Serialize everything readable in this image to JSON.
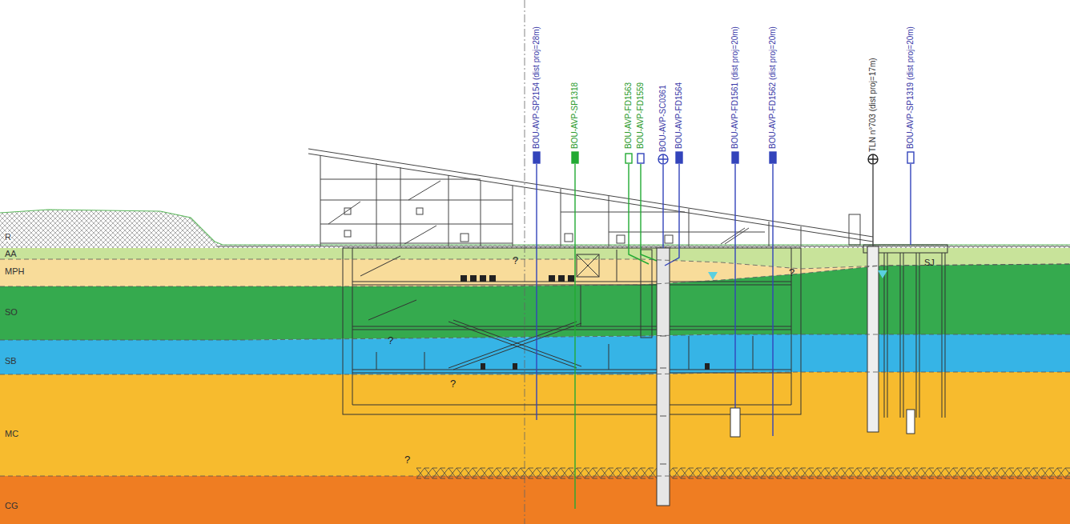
{
  "diagram": {
    "nodes": [
      {
        "text": [
          "R"
        ]
      },
      {
        "text": [
          "AA"
        ]
      },
      {
        "text": [
          "MPH"
        ]
      },
      {
        "text": [
          "SO"
        ]
      },
      {
        "text": [
          "SB"
        ]
      },
      {
        "text": [
          "MC"
        ]
      },
      {
        "text": [
          "CG"
        ]
      }
    ],
    "labels": [
      "BOU-AVP-SP2154 (dist proj=28m)",
      "BOU-AVP-SP1318",
      "BOU-AVP-FD1563",
      "BOU-AVP-FD1559",
      "BOU-AVP-SC0361",
      "BOU-AVP-FD1564",
      "BOU-AVP-FD1561 (dist proj=20m)",
      "BOU-AVP-FD1562 (dist proj=20m)",
      "TLN n°703 (dist proj=17m)",
      "BOU-AVP-SP1319 (dist proj=20m)",
      "?",
      "?",
      "?",
      "?",
      "?",
      "SJ"
    ]
  }
}
